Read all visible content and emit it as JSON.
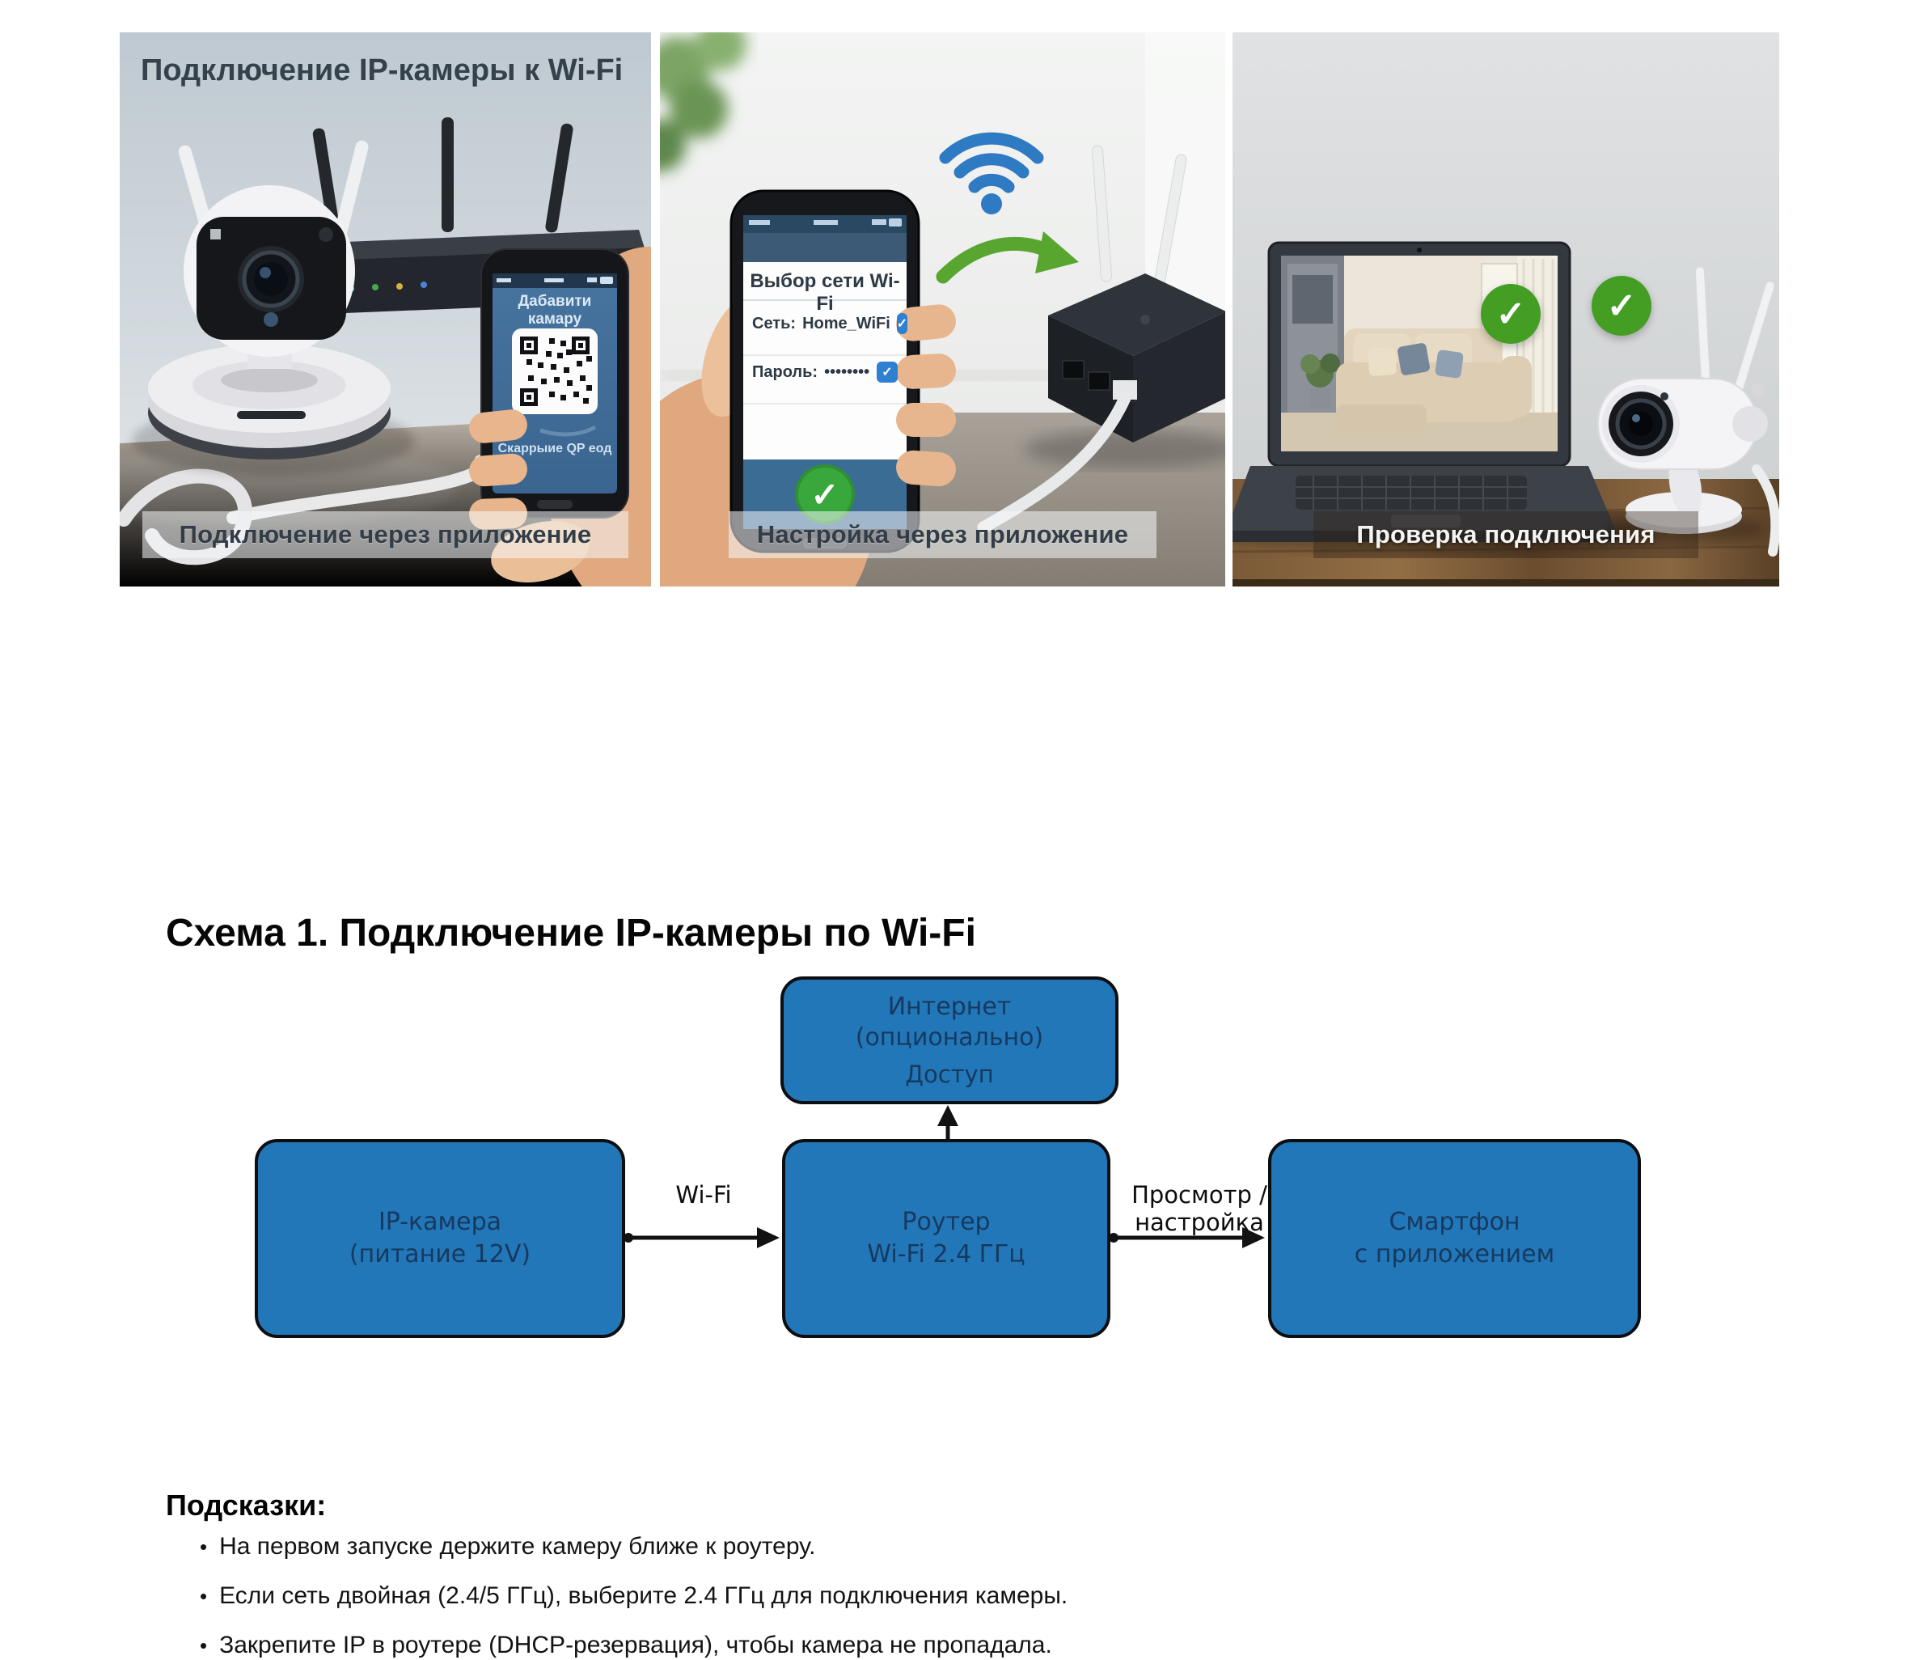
{
  "icons": {
    "check": "✓",
    "bullet": "•"
  },
  "photos": {
    "title_overlay": "Подключение IP-камеры к Wi-Fi",
    "photo1": {
      "caption": "Подключение через приложение",
      "phone": {
        "header": "Дабавити камару",
        "footer": "Скаррыие QP еод"
      }
    },
    "photo2": {
      "caption": "Настройка через приложение",
      "phone": {
        "title": "Выбор сети Wi-Fi",
        "network_label": "Сеть:",
        "network_value": "Home_WiFi",
        "password_label": "Пароль:",
        "password_value": "••••••••"
      }
    },
    "photo3": {
      "caption": "Проверка подключения"
    }
  },
  "diagram": {
    "heading": "Схема 1. Подключение IP-камеры по Wi-Fi",
    "nodes": {
      "internet": {
        "line1": "Интернет",
        "line2": "(опционально)",
        "line3": "Доступ"
      },
      "camera": {
        "line1": "IP-камера",
        "line2": "(питание 12V)"
      },
      "router": {
        "line1": "Роутер",
        "line2": "Wi-Fi 2.4 ГГц"
      },
      "smartphone": {
        "line1": "Смартфон",
        "line2": "с приложением"
      }
    },
    "edges": {
      "camera_router": "Wi-Fi",
      "router_smartphone": "Просмотр / настройка"
    },
    "colors": {
      "node_fill": "#2277b8",
      "node_border": "#0c0e11",
      "node_text": "#17395f",
      "arrow": "#121212"
    }
  },
  "tips": {
    "heading": "Подсказки:",
    "items": [
      "На первом запуске держите камеру ближе к роутеру.",
      "Если сеть двойная (2.4/5 ГГц), выберите 2.4 ГГц для подключения камеры.",
      "Закрепите IP в роутере (DHCP-резервация), чтобы камера не пропадала."
    ]
  }
}
